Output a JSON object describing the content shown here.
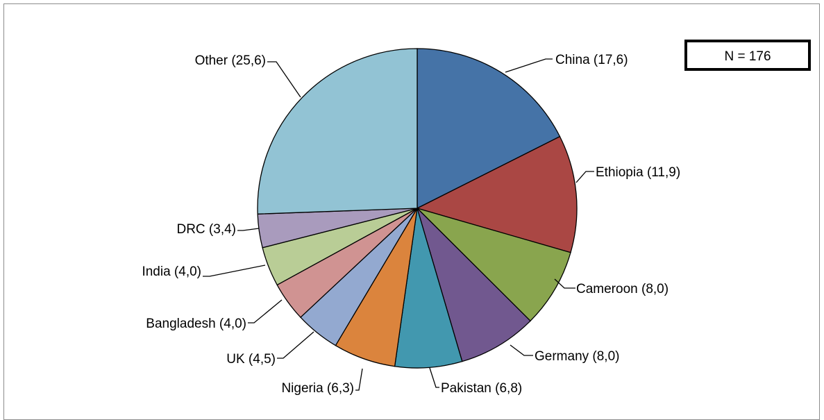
{
  "chart_data": {
    "type": "pie",
    "title": "",
    "annotation": "N = 176",
    "slices": [
      {
        "label": "China (17,6)",
        "value": 17.6,
        "color": "#4573a7"
      },
      {
        "label": "Ethiopia (11,9)",
        "value": 11.9,
        "color": "#aa4744"
      },
      {
        "label": "Cameroon (8,0)",
        "value": 8.0,
        "color": "#89a54e"
      },
      {
        "label": "Germany (8,0)",
        "value": 8.0,
        "color": "#71588f"
      },
      {
        "label": "Pakistan (6,8)",
        "value": 6.8,
        "color": "#4298af"
      },
      {
        "label": "Nigeria (6,3)",
        "value": 6.3,
        "color": "#db843d"
      },
      {
        "label": "UK (4,5)",
        "value": 4.5,
        "color": "#93a9d0"
      },
      {
        "label": "Bangladesh (4,0)",
        "value": 4.0,
        "color": "#d09392"
      },
      {
        "label": "India (4,0)",
        "value": 4.0,
        "color": "#b9cd96"
      },
      {
        "label": "DRC (3,4)",
        "value": 3.4,
        "color": "#a99bbd"
      },
      {
        "label": "Other (25,6)",
        "value": 25.6,
        "color": "#92c3d4"
      }
    ]
  }
}
